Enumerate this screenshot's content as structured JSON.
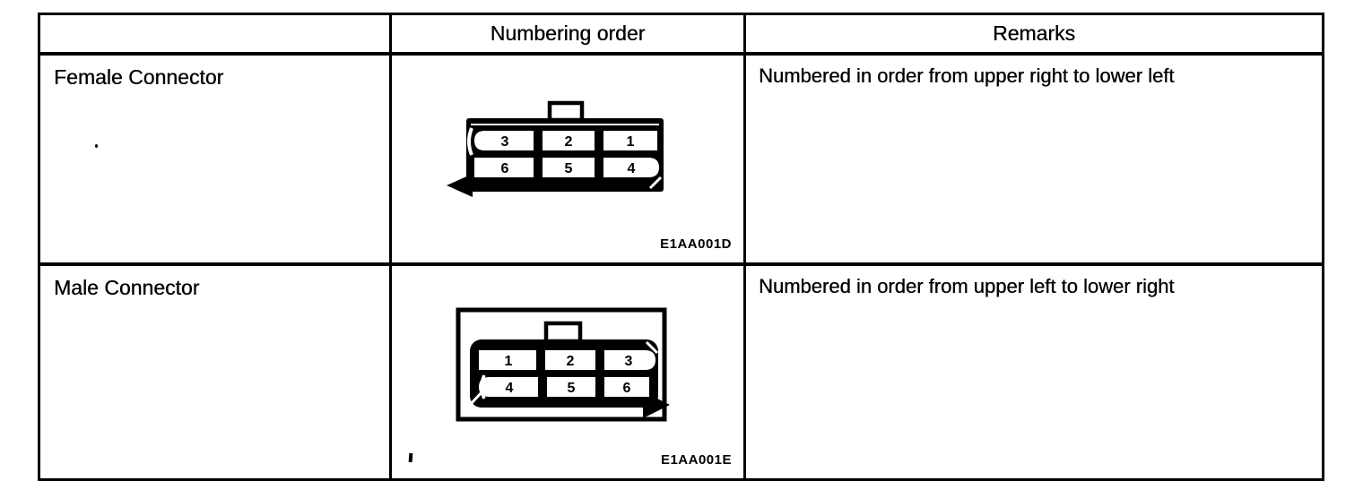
{
  "colors": {
    "ink": "#000000",
    "paper": "#ffffff"
  },
  "table": {
    "header": {
      "blank": "",
      "numbering_order": "Numbering order",
      "remarks": "Remarks"
    },
    "rows": [
      {
        "label": "Female Connector",
        "remark": "Numbered in order from upper right to lower left",
        "figure_code": "E1AA001D",
        "connector": {
          "type": "female",
          "arrow_direction": "left",
          "pin_rows": [
            [
              "3",
              "2",
              "1"
            ],
            [
              "6",
              "5",
              "4"
            ]
          ]
        }
      },
      {
        "label": "Male Connector",
        "remark": "Numbered in order from upper left to lower right",
        "figure_code": "E1AA001E",
        "connector": {
          "type": "male",
          "arrow_direction": "right",
          "pin_rows": [
            [
              "1",
              "2",
              "3"
            ],
            [
              "4",
              "5",
              "6"
            ]
          ]
        }
      }
    ]
  }
}
